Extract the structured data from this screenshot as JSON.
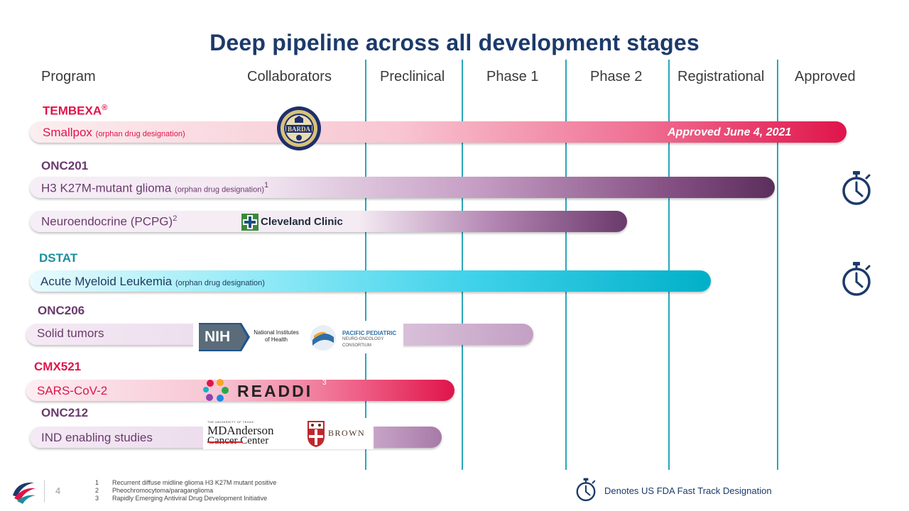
{
  "title": "Deep pipeline across all development stages",
  "columns": {
    "program": "Program",
    "collaborators": "Collaborators",
    "stages": [
      "Preclinical",
      "Phase 1",
      "Phase 2",
      "Registrational",
      "Approved"
    ]
  },
  "rows": [
    {
      "program": "TEMBEXA",
      "program_sup": "®",
      "indication": "Smallpox",
      "note": "(orphan drug designation)",
      "sup": "",
      "status": "Approved June 4, 2021",
      "collaborator": "BARDA"
    },
    {
      "program": "ONC201",
      "indication": "H3 K27M-mutant glioma",
      "note": "(orphan drug designation)",
      "sup": "1",
      "fast_track": true
    },
    {
      "program": "",
      "indication": "Neuroendocrine (PCPG)",
      "sup": "2",
      "collaborator": "Cleveland Clinic"
    },
    {
      "program": "DSTAT",
      "indication": "Acute Myeloid Leukemia",
      "note": "(orphan drug designation)",
      "fast_track": true
    },
    {
      "program": "ONC206",
      "indication": "Solid tumors",
      "collaborators": [
        "NIH",
        "National Institutes",
        "of Health",
        "PACIFIC PEDIATRIC",
        "NEURO-ONCOLOGY",
        "CONSORTIUM"
      ]
    },
    {
      "program": "CMX521",
      "indication": "SARS-CoV-2",
      "collaborator": "READDI",
      "collab_sup": "3"
    },
    {
      "program": "ONC212",
      "indication": "IND enabling studies",
      "collaborators": [
        "THE UNIVERSITY OF TEXAS",
        "MDAnderson",
        "Cancer Center",
        "BROWN"
      ]
    }
  ],
  "colors": {
    "title": "#1c3a6b",
    "tembexa": "#e0144a",
    "onc": "#6b3a6e",
    "dstat": "#1a8fa0",
    "dstat_bar": "#00b0c8",
    "cmx": "#e0144a",
    "grid": "#29a7b8"
  },
  "footer": {
    "page_number": "4",
    "footnotes": [
      {
        "n": "1",
        "text": "Recurrent diffuse midline glioma H3 K27M mutant positive"
      },
      {
        "n": "2",
        "text": "Pheochromocytoma/paraganglioma"
      },
      {
        "n": "3",
        "text": "Rapidly Emerging Antiviral Drug Development Initiative"
      }
    ],
    "legend": "Denotes US FDA Fast Track Designation",
    "legend_icon": "stopwatch-icon",
    "logo_icon": "company-swoosh-logo"
  }
}
